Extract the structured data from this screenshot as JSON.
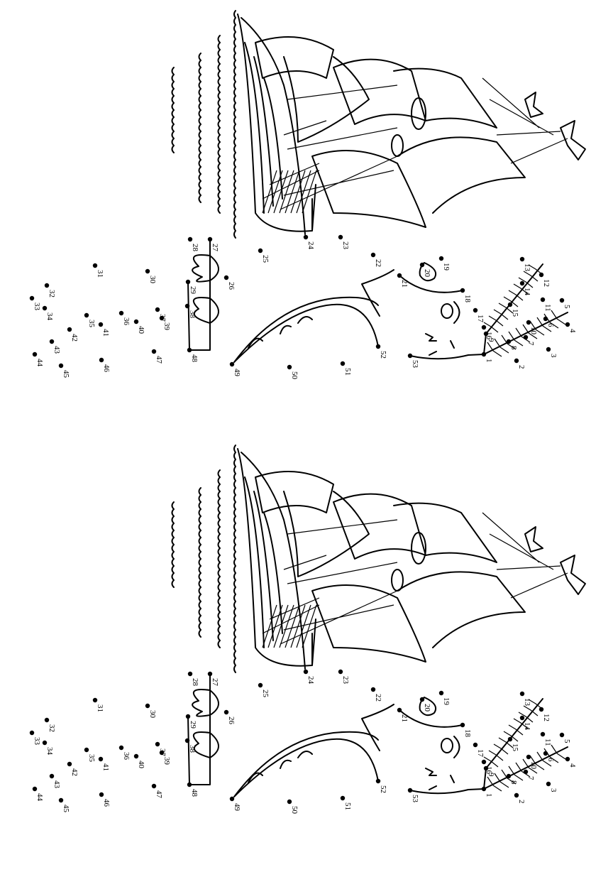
{
  "worksheet": {
    "copies": 2,
    "dot_labels": [
      "1",
      "2",
      "3",
      "4",
      "5",
      "6",
      "7",
      "8",
      "9",
      "10",
      "11",
      "12",
      "13",
      "14",
      "15",
      "16",
      "17",
      "18",
      "19",
      "20",
      "21",
      "22",
      "23",
      "24",
      "25",
      "26",
      "27",
      "28",
      "29",
      "30",
      "31",
      "32",
      "33",
      "34",
      "35",
      "36",
      "37",
      "38",
      "39",
      "40",
      "41",
      "42",
      "43",
      "44",
      "45",
      "46",
      "47",
      "48",
      "49",
      "50",
      "51",
      "52",
      "53"
    ]
  }
}
